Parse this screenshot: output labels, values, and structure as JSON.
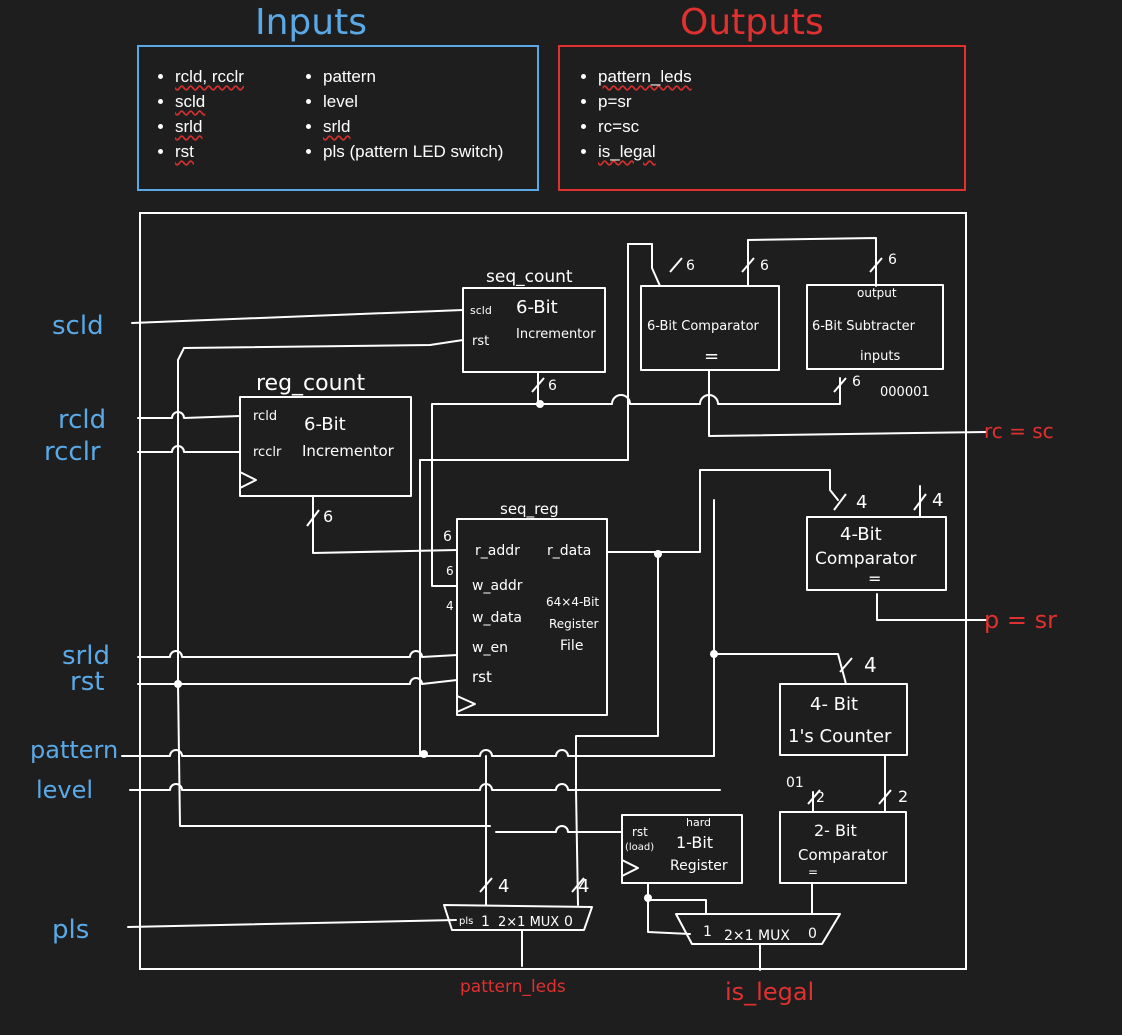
{
  "headings": {
    "inputs": "Inputs",
    "outputs": "Outputs"
  },
  "inputs_box": {
    "col1": [
      "rcld, rcclr",
      "scld",
      "srld",
      "rst"
    ],
    "col2": [
      "pattern",
      "level",
      "srld",
      "pls (pattern LED switch)"
    ]
  },
  "outputs_box": {
    "items": [
      "pattern_leds",
      "p=sr",
      "rc=sc",
      "is_legal"
    ]
  },
  "input_signals": {
    "scld": "scld",
    "rcld": "rcld",
    "rcclr": "rcclr",
    "srld": "srld",
    "rst": "rst",
    "pattern": "pattern",
    "level": "level",
    "pls": "pls"
  },
  "output_signals": {
    "rc_sc": "rc = sc",
    "p_sr": "p = sr",
    "pattern_leds": "pattern_leds",
    "is_legal": "is_legal"
  },
  "blocks": {
    "seq_count": {
      "name": "seq_count",
      "title": "6-Bit",
      "subtitle": "Incrementor",
      "port_scld": "scld",
      "port_rst": "rst"
    },
    "reg_count": {
      "name": "reg_count",
      "title": "6-Bit",
      "subtitle": "Incrementor",
      "port_rcld": "rcld",
      "port_rcclr": "rcclr"
    },
    "comparator6": {
      "title": "6-Bit Comparator",
      "symbol": "="
    },
    "subtractor6": {
      "top": "output",
      "title": "6-Bit Subtracter",
      "bottom": "inputs",
      "constant": "000001"
    },
    "seq_reg": {
      "name": "seq_reg",
      "r_addr": "r_addr",
      "w_addr": "w_addr",
      "w_data": "w_data",
      "w_en": "w_en",
      "rst": "rst",
      "r_data": "r_data",
      "line1": "64×4-Bit",
      "line2": "Register",
      "line3": "File"
    },
    "comparator4": {
      "title": "4-Bit",
      "subtitle": "Comparator",
      "symbol": "="
    },
    "ones_counter": {
      "title": "4- Bit",
      "subtitle": "1's Counter"
    },
    "comparator2": {
      "title": "2- Bit",
      "subtitle": "Comparator",
      "symbol": "="
    },
    "register1": {
      "top": "hard",
      "title": "1-Bit",
      "subtitle": "Register",
      "port_rst": "rst",
      "port_load": "(load)"
    },
    "mux_pattern": {
      "sel": "pls",
      "in1": "1",
      "label": "2×1 MUX",
      "in0": "0"
    },
    "mux_legal": {
      "in1": "1",
      "label": "2×1 MUX",
      "in0": "0"
    }
  },
  "bus_widths": {
    "w6": "6",
    "w4": "4",
    "w2": "2",
    "const01": "01"
  }
}
